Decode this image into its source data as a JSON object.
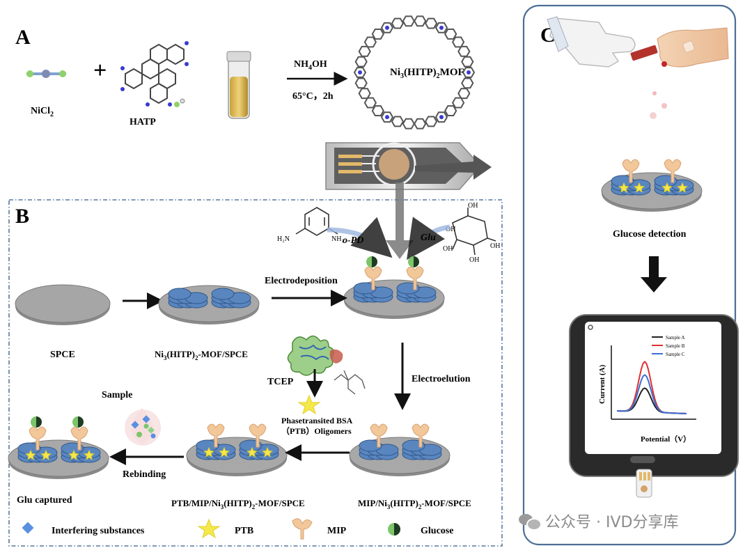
{
  "panels": {
    "a": "A",
    "b": "B",
    "c": "C"
  },
  "synthesis": {
    "reagent1": "NiCl",
    "reagent1_sub": "2",
    "reagent2": "HATP",
    "condition_top_a": "NH",
    "condition_top_sub": "4",
    "condition_top_b": "OH",
    "condition_bottom": "65°C，2h",
    "mof_label_a": "Ni",
    "mof_label_sub1": "3",
    "mof_label_b": "(HITP)",
    "mof_label_sub2": "2",
    "mof_label_c": "MOF"
  },
  "process": {
    "spce": "SPCE",
    "mof_spce_a": "Ni",
    "mof_spce_sub1": "3",
    "mof_spce_b": "(HITP)",
    "mof_spce_sub2": "2",
    "mof_spce_c": "-MOF/SPCE",
    "electrodeposition": "Electrodeposition",
    "opd_h2n": "H₂N",
    "opd_nh2": "NH₂",
    "opd_label": "o-PD",
    "glu_label": "Glu",
    "oh": "OH",
    "electroelution": "Electroelution",
    "tcep": "TCEP",
    "ptb_line1": "Phasetransited BSA",
    "ptb_line2": "（PTB）Oligomers",
    "mip_mof_a": "MIP/Ni",
    "mip_mof_sub1": "3",
    "mip_mof_b": "(HITP)",
    "mip_mof_sub2": "2",
    "mip_mof_c": "-MOF/SPCE",
    "ptb_mip_a": "PTB/MIP/Ni",
    "ptb_mip_sub1": "3",
    "ptb_mip_b": "(HITP)",
    "ptb_mip_sub2": "2",
    "ptb_mip_c": "-MOF/SPCE",
    "sample": "Sample",
    "rebinding": "Rebinding",
    "glu_captured": "Glu captured"
  },
  "legend": {
    "interfering": "Interfering substances",
    "ptb": "PTB",
    "mip": "MIP",
    "glucose": "Glucose"
  },
  "detection": {
    "label": "Glucose detection",
    "ylabel": "Current (A)",
    "xlabel": "Potential（V）",
    "series": [
      {
        "name": "Sample A",
        "color": "#222222",
        "peak": 0.45
      },
      {
        "name": "Sample B",
        "color": "#e03030",
        "peak": 0.95
      },
      {
        "name": "Sample C",
        "color": "#3a6fd8",
        "peak": 0.7
      }
    ]
  },
  "watermark": "公众号 · IVD分享库",
  "colors": {
    "mof": "#5a86c0",
    "mip": "#f2c89a",
    "ptb": "#f5e84a",
    "glucose_green": "#7cc56a",
    "frame_c": "#4c6e96",
    "frame_b": "#5577a0"
  }
}
